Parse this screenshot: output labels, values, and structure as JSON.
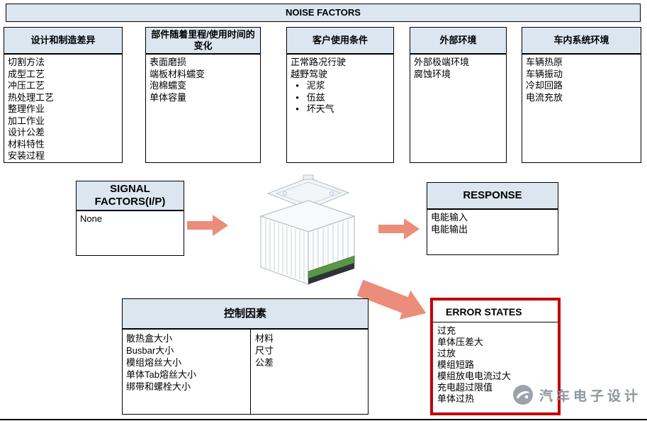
{
  "banner": {
    "title": "NOISE FACTORS"
  },
  "noise_columns": [
    {
      "title": "设计和制造差异",
      "items": [
        "切割方法",
        "成型工艺",
        "冲压工艺",
        "热处理工艺",
        "整理作业",
        "加工作业",
        "设计公差",
        "材料特性",
        "安装过程"
      ]
    },
    {
      "title": "部件随着里程/使用时间的变化",
      "items": [
        "表面磨损",
        "端板材料蠕变",
        "泡棉蠕变",
        "单体容量"
      ]
    },
    {
      "title": "客户使用条件",
      "items": [
        "正常路况行驶",
        "越野驾驶",
        "  •   泥浆",
        "  •   伍兹",
        "  •   坏天气"
      ]
    },
    {
      "title": "外部环境",
      "items": [
        "外部极端环境",
        "腐蚀环境"
      ]
    },
    {
      "title": "车内系统环境",
      "items": [
        "车辆热原",
        "车辆振动",
        "冷却回路",
        "电流充放"
      ]
    }
  ],
  "signal": {
    "title": "SIGNAL FACTORS(I/P)",
    "items": [
      "None"
    ]
  },
  "response": {
    "title": "RESPONSE",
    "items": [
      "电能输入",
      "电能输出"
    ]
  },
  "control": {
    "title": "控制因素",
    "left_items": [
      "散热盒大小",
      "Busbar大小",
      "模组熔丝大小",
      "单体Tab熔丝大小",
      "绑带和螺栓大小"
    ],
    "right_items": [
      "材料",
      "尺寸",
      "公差"
    ]
  },
  "error_states": {
    "title": "ERROR STATES",
    "items": [
      "过充",
      "单体压差大",
      "过放",
      "模组短路",
      "模组放电电流过大",
      "充电超过限值",
      "单体过热"
    ]
  },
  "watermark": {
    "text": "汽车电子设计"
  },
  "colors": {
    "header_fill": "#dce6f1",
    "arrow_fill": "#ec8c7a",
    "error_border": "#c00000",
    "watermark_gray": "#8f959d"
  }
}
